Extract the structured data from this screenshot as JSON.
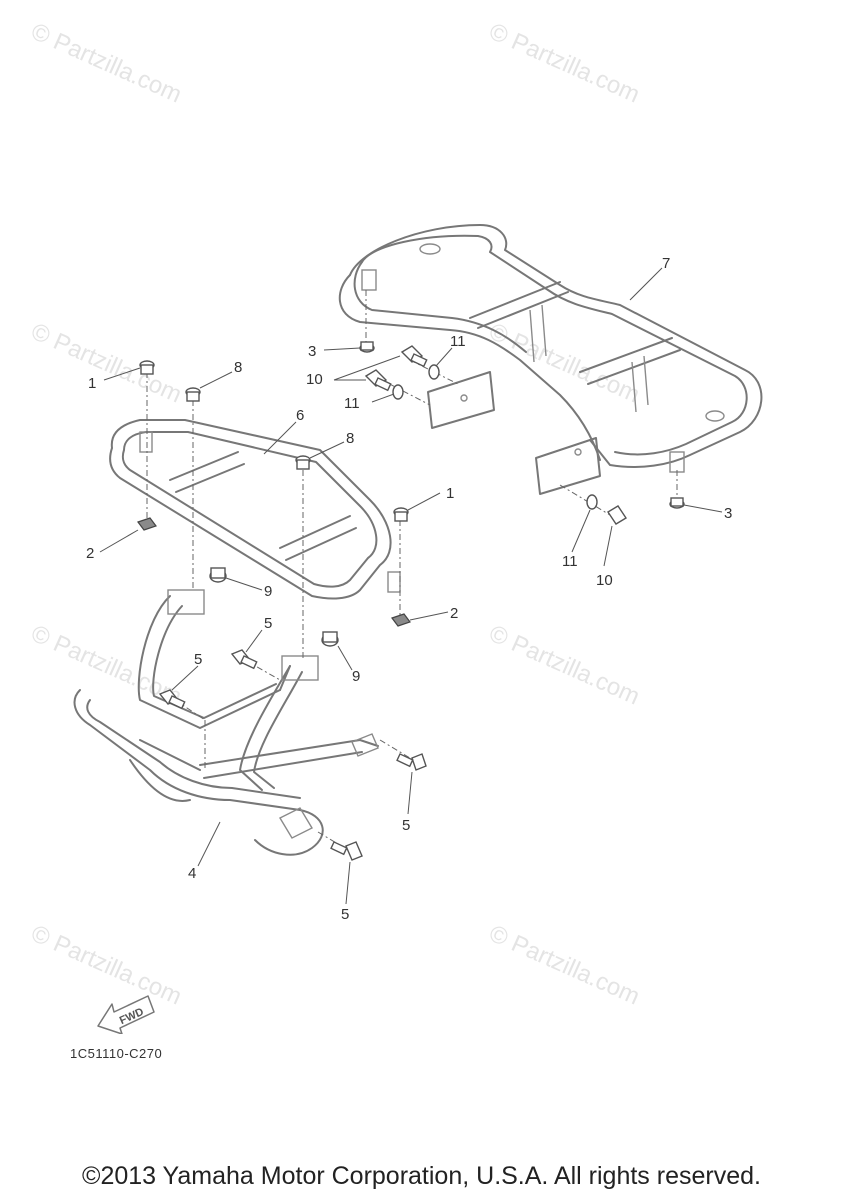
{
  "watermark": "© Partzilla.com",
  "diagram": {
    "code": "1C51110-C270",
    "fwd_label": "FWD",
    "callouts": [
      "1",
      "1",
      "2",
      "2",
      "3",
      "3",
      "4",
      "5",
      "5",
      "5",
      "5",
      "6",
      "7",
      "8",
      "8",
      "9",
      "9",
      "10",
      "10",
      "11",
      "11"
    ]
  },
  "footer": {
    "copyright": "©2013 Yamaha Motor Corporation, U.S.A. All rights reserved."
  },
  "colors": {
    "line_art": "#777777",
    "watermark": "#e4e4e4",
    "text": "#222222"
  }
}
